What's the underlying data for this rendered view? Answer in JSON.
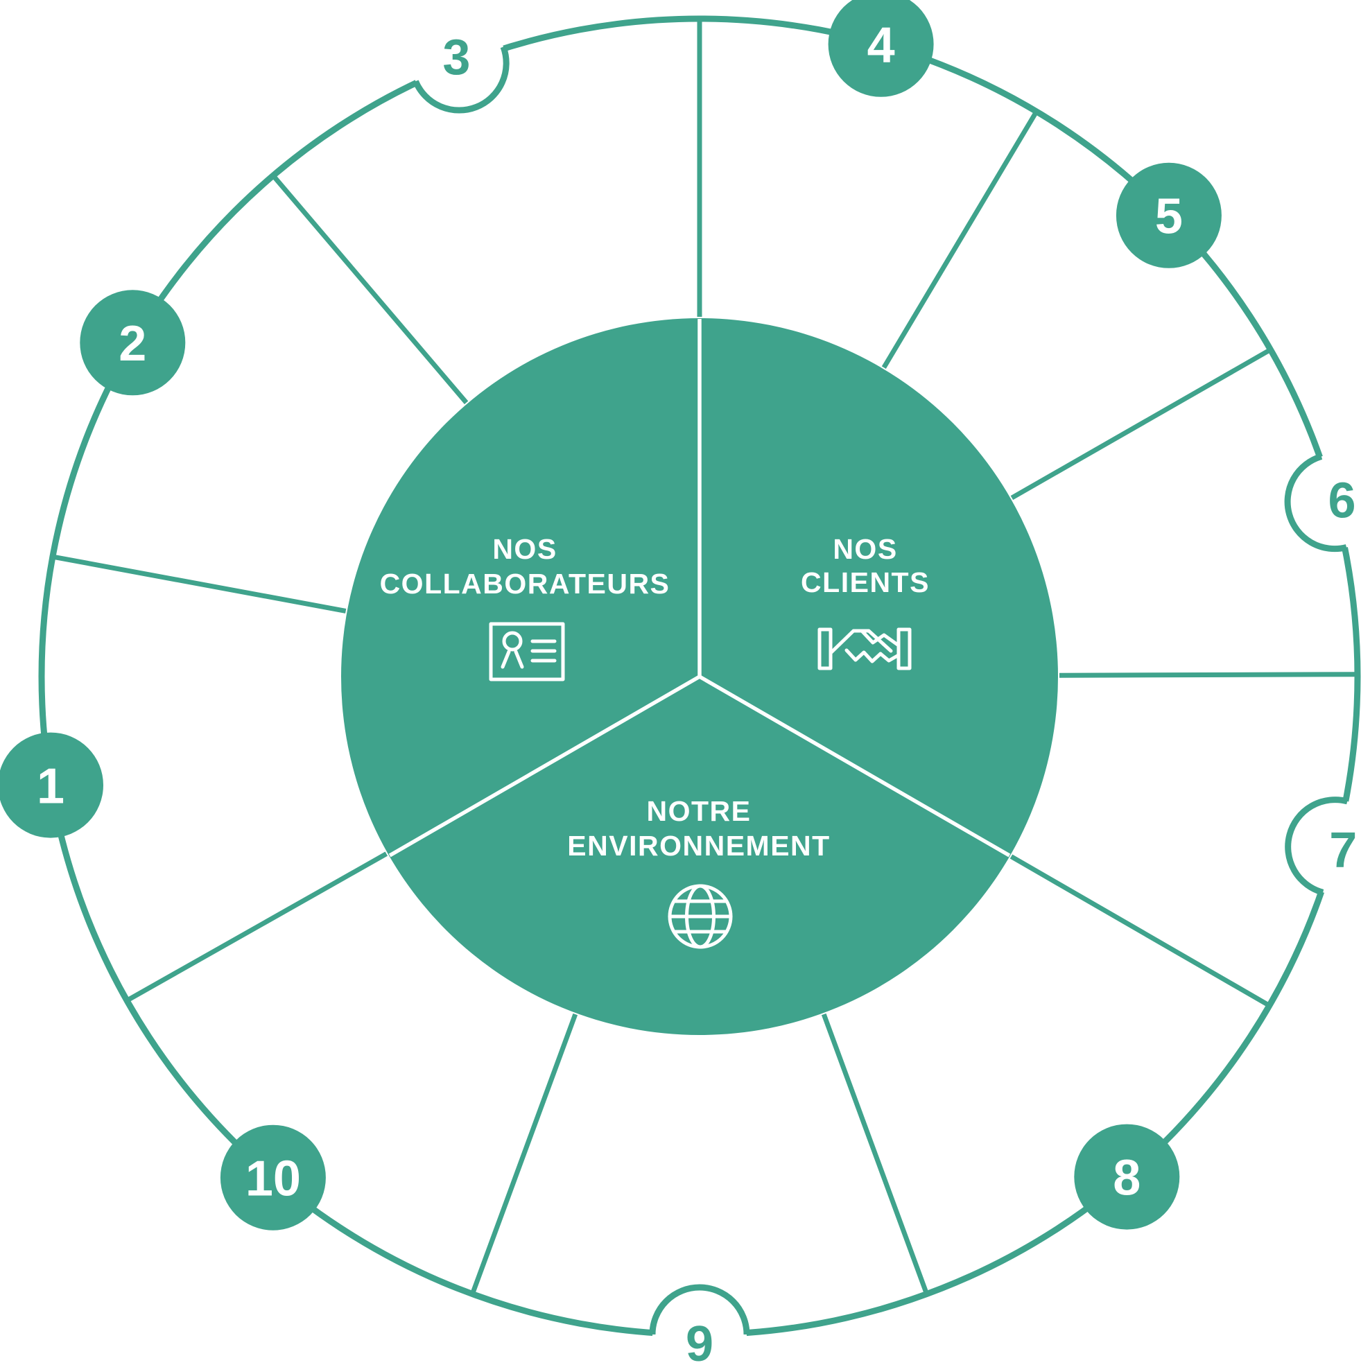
{
  "page": {
    "background": "#FFFFFF"
  },
  "colors": {
    "brand_green": "#3FA38C",
    "white": "#FFFFFF"
  },
  "wheel": {
    "themes": [
      {
        "id": "collaborateurs",
        "label_line1": "NOS",
        "label_line2": "COLLABORATEURS",
        "icon": "id-card-icon"
      },
      {
        "id": "clients",
        "label_line1": "NOS",
        "label_line2": "CLIENTS",
        "icon": "handshake-icon"
      },
      {
        "id": "environnement",
        "label_line1": "NOTRE",
        "label_line2": "ENVIRONNEMENT",
        "icon": "globe-icon"
      }
    ],
    "numbers": [
      {
        "value": "1",
        "style": "badge",
        "theme": "collaborateurs",
        "angle_deg": 260.5
      },
      {
        "value": "2",
        "style": "badge",
        "theme": "collaborateurs",
        "angle_deg": 300.5
      },
      {
        "value": "3",
        "style": "notch",
        "theme": "collaborateurs",
        "angle_deg": 338.6
      },
      {
        "value": "4",
        "style": "badge",
        "theme": "clients",
        "angle_deg": 16
      },
      {
        "value": "5",
        "style": "badge",
        "theme": "clients",
        "angle_deg": 45.5
      },
      {
        "value": "6",
        "style": "notch",
        "theme": "clients",
        "angle_deg": 74.6
      },
      {
        "value": "7",
        "style": "notch",
        "theme": "clients",
        "angle_deg": 105
      },
      {
        "value": "8",
        "style": "badge",
        "theme": "environnement",
        "angle_deg": 139.5
      },
      {
        "value": "9",
        "style": "notch",
        "theme": "environnement",
        "angle_deg": 180
      },
      {
        "value": "10",
        "style": "badge",
        "theme": "environnement",
        "angle_deg": 220.4
      }
    ],
    "spoke_angles_deg": [
      0,
      30.8,
      60.2,
      89.8,
      120,
      159.8,
      200.2,
      240.5,
      280.5,
      319.6
    ],
    "divider_angles_deg": [
      0,
      120,
      240
    ]
  }
}
